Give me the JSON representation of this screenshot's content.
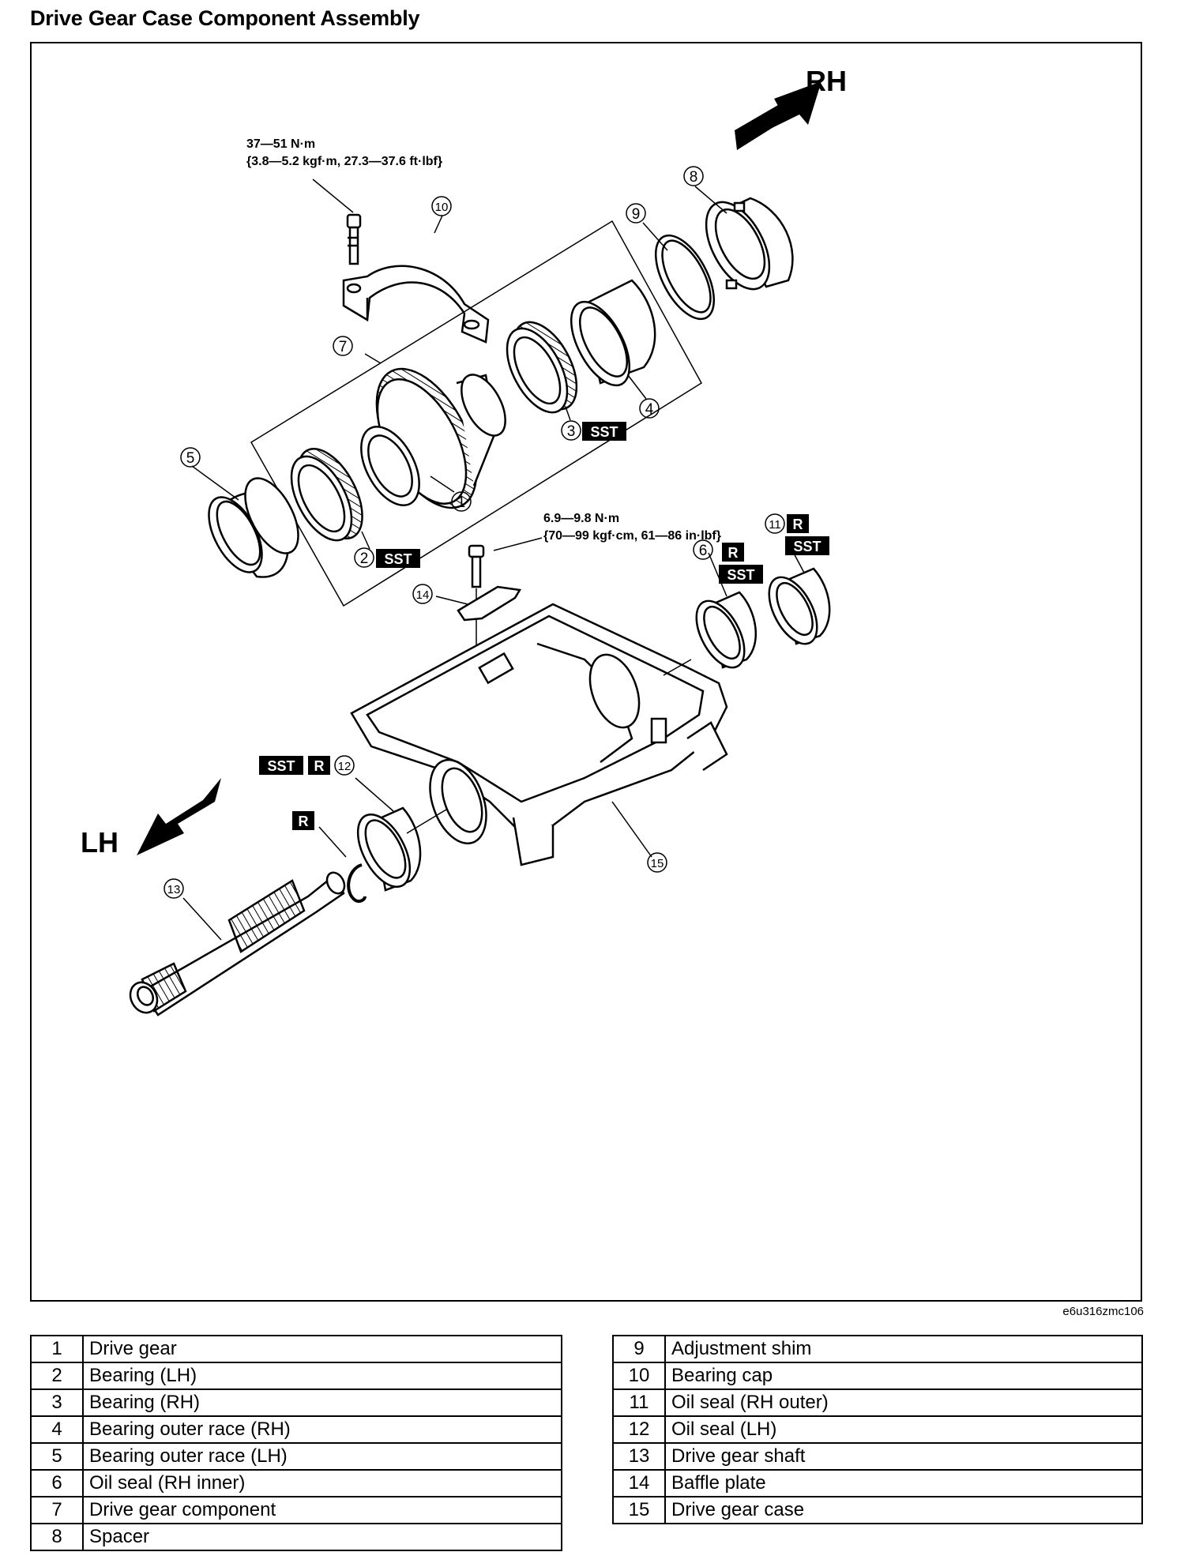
{
  "title": "Drive Gear Case Component Assembly",
  "diagram_code": "e6u316zmc106",
  "directions": {
    "rh": "RH",
    "lh": "LH"
  },
  "torque": {
    "top": {
      "line1": "37—51 N·m",
      "line2": "{3.8—5.2 kgf·m, 27.3—37.6 ft·lbf}"
    },
    "baffle": {
      "line1": "6.9—9.8 N·m",
      "line2": "{70—99 kgf·cm, 61—86 in·lbf}"
    }
  },
  "tags": {
    "sst": "SST",
    "r": "R"
  },
  "callouts": [
    "1",
    "2",
    "3",
    "4",
    "5",
    "6",
    "7",
    "8",
    "9",
    "10",
    "11",
    "12",
    "13",
    "14",
    "15"
  ],
  "legend_left": [
    {
      "num": "1",
      "name": "Drive gear"
    },
    {
      "num": "2",
      "name": "Bearing (LH)"
    },
    {
      "num": "3",
      "name": "Bearing (RH)"
    },
    {
      "num": "4",
      "name": "Bearing outer race (RH)"
    },
    {
      "num": "5",
      "name": "Bearing outer race (LH)"
    },
    {
      "num": "6",
      "name": "Oil seal (RH inner)"
    },
    {
      "num": "7",
      "name": "Drive gear component"
    },
    {
      "num": "8",
      "name": "Spacer"
    }
  ],
  "legend_right": [
    {
      "num": "9",
      "name": "Adjustment shim"
    },
    {
      "num": "10",
      "name": "Bearing cap"
    },
    {
      "num": "11",
      "name": "Oil seal (RH outer)"
    },
    {
      "num": "12",
      "name": "Oil seal (LH)"
    },
    {
      "num": "13",
      "name": "Drive gear shaft"
    },
    {
      "num": "14",
      "name": "Baffle plate"
    },
    {
      "num": "15",
      "name": "Drive gear case"
    }
  ]
}
